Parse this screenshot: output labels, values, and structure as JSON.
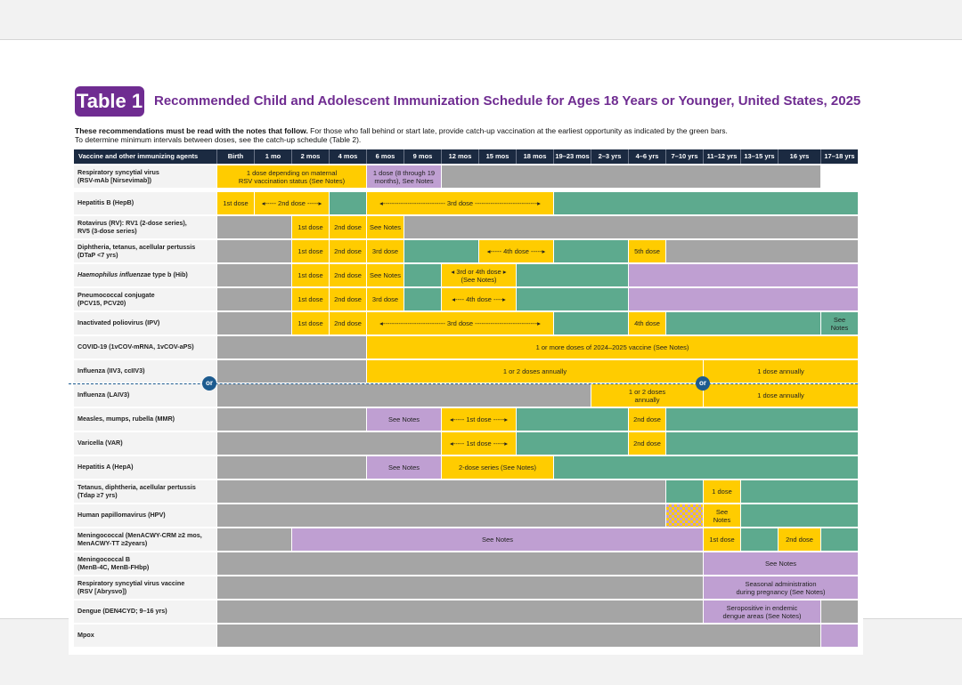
{
  "badge": "Table 1",
  "title": "Recommended Child and Adolescent Immunization Schedule for Ages 18 Years or Younger, United States, 2025",
  "intro": {
    "bold": "These recommendations must be read with the notes that follow.",
    "rest": " For those who fall behind or start late, provide catch-up vaccination at the earliest opportunity as indicated by the green bars.",
    "line2": "To determine minimum intervals between doses, see the catch-up schedule (Table 2)."
  },
  "columns": [
    "Vaccine and other immunizing agents",
    "Birth",
    "1 mo",
    "2 mos",
    "4 mos",
    "6 mos",
    "9 mos",
    "12 mos",
    "15 mos",
    "18 mos",
    "19–23 mos",
    "2–3 yrs",
    "4–6 yrs",
    "7–10 yrs",
    "11–12 yrs",
    "13–15 yrs",
    "16 yrs",
    "17–18 yrs"
  ],
  "colors": {
    "yellow": "#ffcc00",
    "green": "#5daa8e",
    "purple": "#bf9fd2",
    "gray": "#a5a5a5",
    "lightblue": "#a9d8f2",
    "header": "#1b2a41",
    "brand": "#6f2c91"
  },
  "or_label": "or",
  "rows": [
    {
      "label": "Respiratory syncytial virus\n(RSV-mAb [Nirsevimab])",
      "bars": [
        {
          "from": 0,
          "to": 4,
          "c": "yellow",
          "text": "1 dose depending on maternal\nRSV vaccination status (See Notes)"
        },
        {
          "from": 4,
          "to": 6,
          "c": "purple",
          "text": "1 dose (8 through 19 months), See Notes"
        },
        {
          "from": 6,
          "to": 16,
          "c": "gray",
          "text": ""
        }
      ]
    },
    {
      "label": "Hepatitis B (HepB)",
      "bars": [
        {
          "from": 0,
          "to": 1,
          "c": "yellow",
          "text": "1st dose"
        },
        {
          "from": 1,
          "to": 3,
          "c": "yellow",
          "text": "◂----- 2nd dose -----▸"
        },
        {
          "from": 3,
          "to": 4,
          "c": "green",
          "text": ""
        },
        {
          "from": 4,
          "to": 9,
          "c": "yellow",
          "text": "◂---------------------------- 3rd dose ----------------------------▸"
        },
        {
          "from": 9,
          "to": 17,
          "c": "green",
          "text": ""
        }
      ]
    },
    {
      "label": "Rotavirus (RV): RV1 (2-dose series),\nRV5 (3-dose series)",
      "bars": [
        {
          "from": 0,
          "to": 2,
          "c": "gray",
          "text": ""
        },
        {
          "from": 2,
          "to": 3,
          "c": "yellow",
          "text": "1st dose"
        },
        {
          "from": 3,
          "to": 4,
          "c": "yellow",
          "text": "2nd dose"
        },
        {
          "from": 4,
          "to": 5,
          "c": "yellow",
          "text": "See Notes"
        },
        {
          "from": 5,
          "to": 17,
          "c": "gray",
          "text": ""
        }
      ]
    },
    {
      "label": "Diphtheria, tetanus, acellular pertussis\n(DTaP <7 yrs)",
      "bars": [
        {
          "from": 0,
          "to": 2,
          "c": "gray",
          "text": ""
        },
        {
          "from": 2,
          "to": 3,
          "c": "yellow",
          "text": "1st dose"
        },
        {
          "from": 3,
          "to": 4,
          "c": "yellow",
          "text": "2nd dose"
        },
        {
          "from": 4,
          "to": 5,
          "c": "yellow",
          "text": "3rd dose"
        },
        {
          "from": 5,
          "to": 7,
          "c": "green",
          "text": ""
        },
        {
          "from": 7,
          "to": 9,
          "c": "yellow",
          "text": "◂----- 4th dose -----▸"
        },
        {
          "from": 9,
          "to": 11,
          "c": "green",
          "text": ""
        },
        {
          "from": 11,
          "to": 12,
          "c": "yellow",
          "text": "5th dose"
        },
        {
          "from": 12,
          "to": 17,
          "c": "gray",
          "text": ""
        }
      ]
    },
    {
      "label_italic": "Haemophilus influenzae",
      "label_rest": " type b (Hib)",
      "bars": [
        {
          "from": 0,
          "to": 2,
          "c": "gray",
          "text": ""
        },
        {
          "from": 2,
          "to": 3,
          "c": "yellow",
          "text": "1st dose"
        },
        {
          "from": 3,
          "to": 4,
          "c": "yellow",
          "text": "2nd dose"
        },
        {
          "from": 4,
          "to": 5,
          "c": "yellow",
          "text": "See Notes"
        },
        {
          "from": 5,
          "to": 6,
          "c": "green",
          "text": ""
        },
        {
          "from": 6,
          "to": 8,
          "c": "yellow",
          "text": "◂ 3rd or 4th dose ▸\n(See Notes)"
        },
        {
          "from": 8,
          "to": 11,
          "c": "green",
          "text": ""
        },
        {
          "from": 11,
          "to": 17,
          "c": "purple",
          "text": ""
        }
      ]
    },
    {
      "label": "Pneumococcal conjugate\n(PCV15, PCV20)",
      "bars": [
        {
          "from": 0,
          "to": 2,
          "c": "gray",
          "text": ""
        },
        {
          "from": 2,
          "to": 3,
          "c": "yellow",
          "text": "1st dose"
        },
        {
          "from": 3,
          "to": 4,
          "c": "yellow",
          "text": "2nd dose"
        },
        {
          "from": 4,
          "to": 5,
          "c": "yellow",
          "text": "3rd dose"
        },
        {
          "from": 5,
          "to": 6,
          "c": "green",
          "text": ""
        },
        {
          "from": 6,
          "to": 8,
          "c": "yellow",
          "text": "◂---- 4th dose ----▸"
        },
        {
          "from": 8,
          "to": 11,
          "c": "green",
          "text": ""
        },
        {
          "from": 11,
          "to": 17,
          "c": "purple",
          "text": ""
        }
      ]
    },
    {
      "label": "Inactivated poliovirus (IPV)",
      "bars": [
        {
          "from": 0,
          "to": 2,
          "c": "gray",
          "text": ""
        },
        {
          "from": 2,
          "to": 3,
          "c": "yellow",
          "text": "1st dose"
        },
        {
          "from": 3,
          "to": 4,
          "c": "yellow",
          "text": "2nd dose"
        },
        {
          "from": 4,
          "to": 9,
          "c": "yellow",
          "text": "◂---------------------------- 3rd dose ----------------------------▸"
        },
        {
          "from": 9,
          "to": 11,
          "c": "green",
          "text": ""
        },
        {
          "from": 11,
          "to": 12,
          "c": "yellow",
          "text": "4th dose"
        },
        {
          "from": 12,
          "to": 16,
          "c": "green",
          "text": ""
        },
        {
          "from": 16,
          "to": 17,
          "c": "green",
          "text": "See\nNotes"
        }
      ]
    },
    {
      "label": "COVID-19 (1vCOV-mRNA, 1vCOV-aPS)",
      "bars": [
        {
          "from": 0,
          "to": 4,
          "c": "gray",
          "text": ""
        },
        {
          "from": 4,
          "to": 17,
          "c": "yellow",
          "text": "1 or more doses of 2024–2025 vaccine (See Notes)"
        }
      ]
    },
    {
      "label": "Influenza (IIV3, ccIIV3)",
      "bars": [
        {
          "from": 0,
          "to": 4,
          "c": "gray",
          "text": ""
        },
        {
          "from": 4,
          "to": 13,
          "c": "yellow",
          "text": "1 or 2 doses annually"
        },
        {
          "from": 13,
          "to": 17,
          "c": "yellow",
          "text": "1 dose annually"
        }
      ]
    },
    {
      "label": "Influenza (LAIV3)",
      "bars": [
        {
          "from": 0,
          "to": 10,
          "c": "gray",
          "text": ""
        },
        {
          "from": 10,
          "to": 13,
          "c": "yellow",
          "text": "1 or 2 doses\nannually"
        },
        {
          "from": 13,
          "to": 17,
          "c": "yellow",
          "text": "1 dose annually"
        }
      ]
    },
    {
      "label": "Measles, mumps, rubella (MMR)",
      "bars": [
        {
          "from": 0,
          "to": 4,
          "c": "gray",
          "text": ""
        },
        {
          "from": 4,
          "to": 6,
          "c": "purple",
          "text": "See Notes"
        },
        {
          "from": 6,
          "to": 8,
          "c": "yellow",
          "text": "◂----- 1st dose -----▸"
        },
        {
          "from": 8,
          "to": 11,
          "c": "green",
          "text": ""
        },
        {
          "from": 11,
          "to": 12,
          "c": "yellow",
          "text": "2nd dose"
        },
        {
          "from": 12,
          "to": 17,
          "c": "green",
          "text": ""
        }
      ]
    },
    {
      "label": "Varicella (VAR)",
      "bars": [
        {
          "from": 0,
          "to": 6,
          "c": "gray",
          "text": ""
        },
        {
          "from": 6,
          "to": 8,
          "c": "yellow",
          "text": "◂----- 1st dose -----▸"
        },
        {
          "from": 8,
          "to": 11,
          "c": "green",
          "text": ""
        },
        {
          "from": 11,
          "to": 12,
          "c": "yellow",
          "text": "2nd dose"
        },
        {
          "from": 12,
          "to": 17,
          "c": "green",
          "text": ""
        }
      ]
    },
    {
      "label": "Hepatitis A (HepA)",
      "bars": [
        {
          "from": 0,
          "to": 4,
          "c": "gray",
          "text": ""
        },
        {
          "from": 4,
          "to": 6,
          "c": "purple",
          "text": "See Notes"
        },
        {
          "from": 6,
          "to": 9,
          "c": "yellow",
          "text": "2-dose series (See Notes)"
        },
        {
          "from": 9,
          "to": 17,
          "c": "green",
          "text": ""
        }
      ]
    },
    {
      "label": "Tetanus, diphtheria, acellular pertussis\n(Tdap ≥7 yrs)",
      "bars": [
        {
          "from": 0,
          "to": 12,
          "c": "gray",
          "text": ""
        },
        {
          "from": 12,
          "to": 13,
          "c": "green",
          "text": ""
        },
        {
          "from": 13,
          "to": 14,
          "c": "yellow",
          "text": "1 dose"
        },
        {
          "from": 14,
          "to": 17,
          "c": "green",
          "text": ""
        }
      ]
    },
    {
      "label": "Human papillomavirus (HPV)",
      "bars": [
        {
          "from": 0,
          "to": 12,
          "c": "gray",
          "text": ""
        },
        {
          "from": 12,
          "to": 13,
          "c": "chk",
          "text": ""
        },
        {
          "from": 13,
          "to": 14,
          "c": "yellow",
          "text": "See\nNotes"
        },
        {
          "from": 14,
          "to": 17,
          "c": "green",
          "text": ""
        }
      ]
    },
    {
      "label": "Meningococcal (MenACWY-CRM ≥2 mos,\nMenACWY-TT ≥2years)",
      "bars": [
        {
          "from": 0,
          "to": 2,
          "c": "gray",
          "text": ""
        },
        {
          "from": 2,
          "to": 13,
          "c": "purple",
          "text": "See Notes"
        },
        {
          "from": 13,
          "to": 14,
          "c": "yellow",
          "text": "1st dose"
        },
        {
          "from": 14,
          "to": 15,
          "c": "green",
          "text": ""
        },
        {
          "from": 15,
          "to": 16,
          "c": "yellow",
          "text": "2nd dose"
        },
        {
          "from": 16,
          "to": 17,
          "c": "green",
          "text": ""
        }
      ]
    },
    {
      "label": "Meningococcal B\n(MenB-4C, MenB-FHbp)",
      "bars": [
        {
          "from": 0,
          "to": 13,
          "c": "gray",
          "text": ""
        },
        {
          "from": 13,
          "to": 17,
          "c": "purple",
          "text": "See Notes"
        }
      ]
    },
    {
      "label": "Respiratory syncytial virus vaccine\n(RSV [Abrysvo])",
      "bars": [
        {
          "from": 0,
          "to": 13,
          "c": "gray",
          "text": ""
        },
        {
          "from": 13,
          "to": 17,
          "c": "purple",
          "text": "Seasonal administration\nduring pregnancy (See Notes)"
        }
      ]
    },
    {
      "label": "Dengue (DEN4CYD; 9–16 yrs)",
      "bars": [
        {
          "from": 0,
          "to": 13,
          "c": "gray",
          "text": ""
        },
        {
          "from": 13,
          "to": 16,
          "c": "purple",
          "text": "Seropositive in endemic\ndengue areas (See Notes)"
        },
        {
          "from": 16,
          "to": 17,
          "c": "gray",
          "text": ""
        }
      ]
    },
    {
      "label": "Mpox",
      "bars": [
        {
          "from": 0,
          "to": 16,
          "c": "gray",
          "text": ""
        },
        {
          "from": 16,
          "to": 17,
          "c": "purple",
          "text": ""
        }
      ]
    }
  ]
}
